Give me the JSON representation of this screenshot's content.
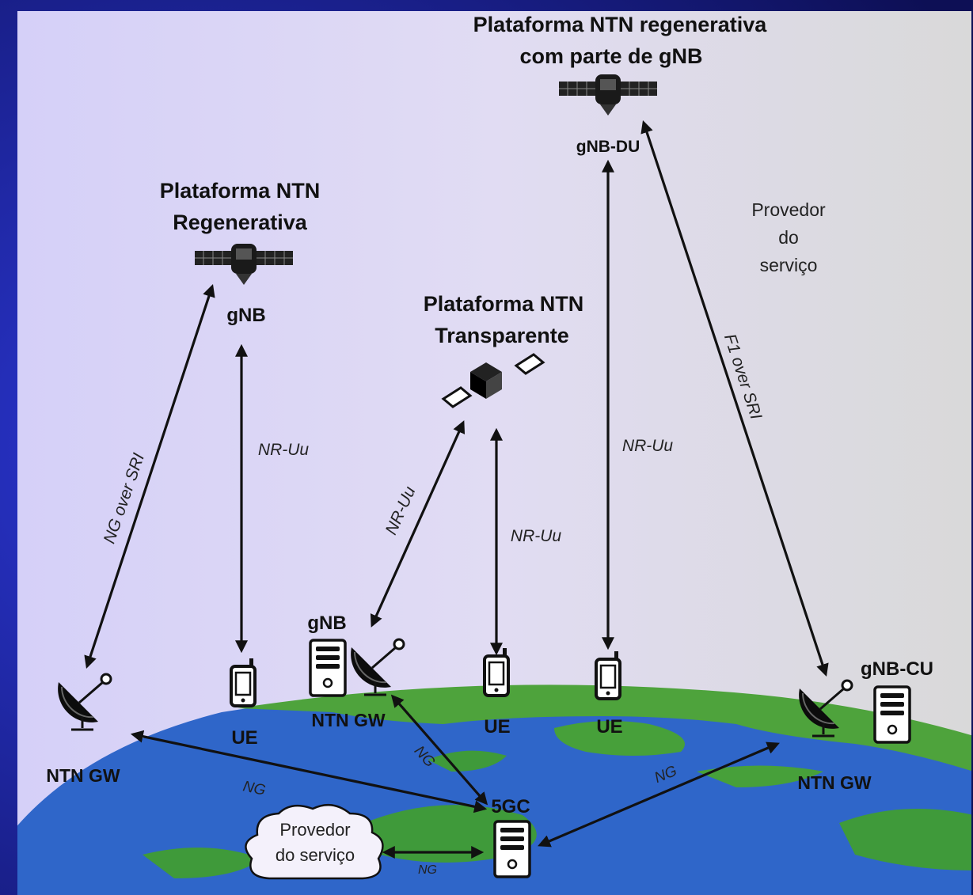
{
  "colors": {
    "frame": "#1a1fa0",
    "sky_left": "#d9d4f6",
    "sky_right": "#d8d8d8",
    "ocean": "#2f66c9",
    "land": "#3f9a3a",
    "land_edge": "#7cc24a"
  },
  "icons": [
    "satellite-icon",
    "transparent-satellite-icon",
    "dish-antenna-icon",
    "phone-icon",
    "server-icon",
    "cloud-icon"
  ],
  "platforms": {
    "regen_top": {
      "line1": "Plataforma NTN regenerativa",
      "line2": "com parte de gNB"
    },
    "regen_left": {
      "line1": "Plataforma NTN",
      "line2": "Regenerativa"
    },
    "transparent": {
      "line1": "Plataforma NTN",
      "line2": "Transparente"
    }
  },
  "nodes": {
    "gnb_du": "gNB-DU",
    "gnb_sat": "gNB",
    "gnb_ground": "gNB",
    "gnb_cu": "gNB-CU",
    "ntn_gw_left": "NTN GW",
    "ntn_gw_mid": "NTN GW",
    "ntn_gw_right": "NTN GW",
    "ue_1": "UE",
    "ue_2": "UE",
    "ue_3": "UE",
    "core": "5GC"
  },
  "provider_top": {
    "line1": "Provedor",
    "line2": "do",
    "line3": "serviço"
  },
  "provider_cloud": {
    "line1": "Provedor",
    "line2": "do serviço"
  },
  "links": {
    "ng_over_sri": "NG over SRI",
    "nr_uu_1": "NR-Uu",
    "nr_uu_2": "NR-Uu",
    "nr_uu_3": "NR-Uu",
    "nr_uu_4": "NR-Uu",
    "f1_over_sri": "F1 over SRI",
    "ng_left": "NG",
    "ng_mid": "NG",
    "ng_right": "NG",
    "ng_cloud": "NG"
  }
}
